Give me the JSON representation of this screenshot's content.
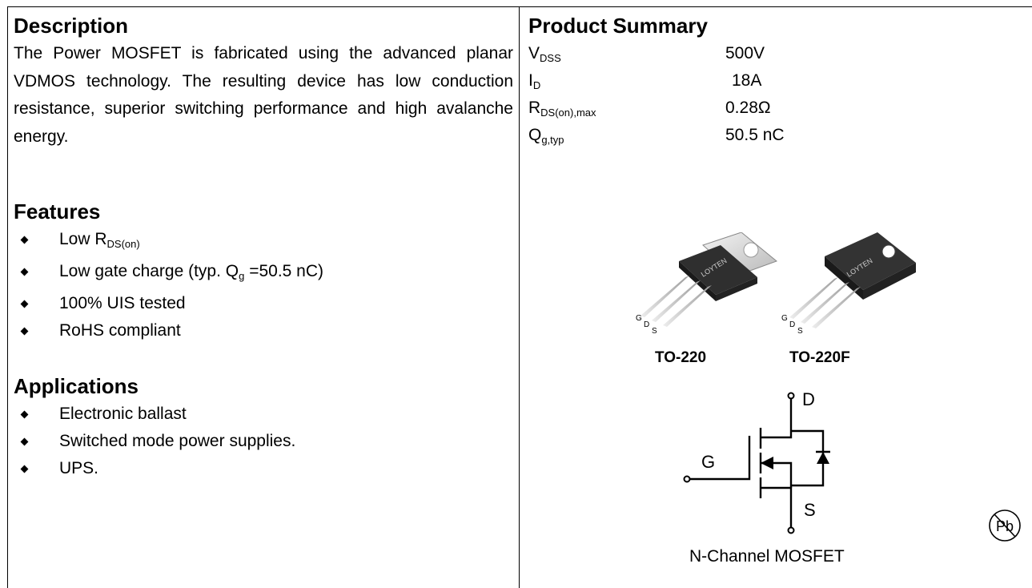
{
  "description": {
    "heading": "Description",
    "text": "The Power MOSFET is fabricated using the advanced planar VDMOS technology. The resulting device has low conduction resistance, superior switching performance and high avalanche energy."
  },
  "features": {
    "heading": "Features",
    "items": [
      {
        "text": "Low R",
        "sub": "DS(on)",
        "tail": ""
      },
      {
        "text": "Low gate charge (typ. Q",
        "sub": "g",
        "tail": " =50.5 nC)"
      },
      {
        "text": "100% UIS tested",
        "sub": "",
        "tail": ""
      },
      {
        "text": "RoHS compliant",
        "sub": "",
        "tail": ""
      }
    ]
  },
  "applications": {
    "heading": "Applications",
    "items": [
      "Electronic ballast",
      "Switched mode power supplies.",
      "UPS."
    ]
  },
  "product_summary": {
    "heading": "Product Summary",
    "rows": [
      {
        "sym": "V",
        "sub": "DSS",
        "value": "500V"
      },
      {
        "sym": "I",
        "sub": "D",
        "value": "18A"
      },
      {
        "sym": "R",
        "sub": "DS(on),max",
        "value": "0.28Ω"
      },
      {
        "sym": "Q",
        "sub": "g,typ",
        "value": "50.5 nC"
      }
    ]
  },
  "packages": {
    "pkg1": "TO-220",
    "pkg2": "TO-220F",
    "brand": "LOYTEN",
    "pin_g": "G",
    "pin_d": "D",
    "pin_s": "S"
  },
  "schematic": {
    "gate": "G",
    "drain": "D",
    "source": "S",
    "caption": "N-Channel MOSFET"
  },
  "pb_free_mark": "Pb"
}
